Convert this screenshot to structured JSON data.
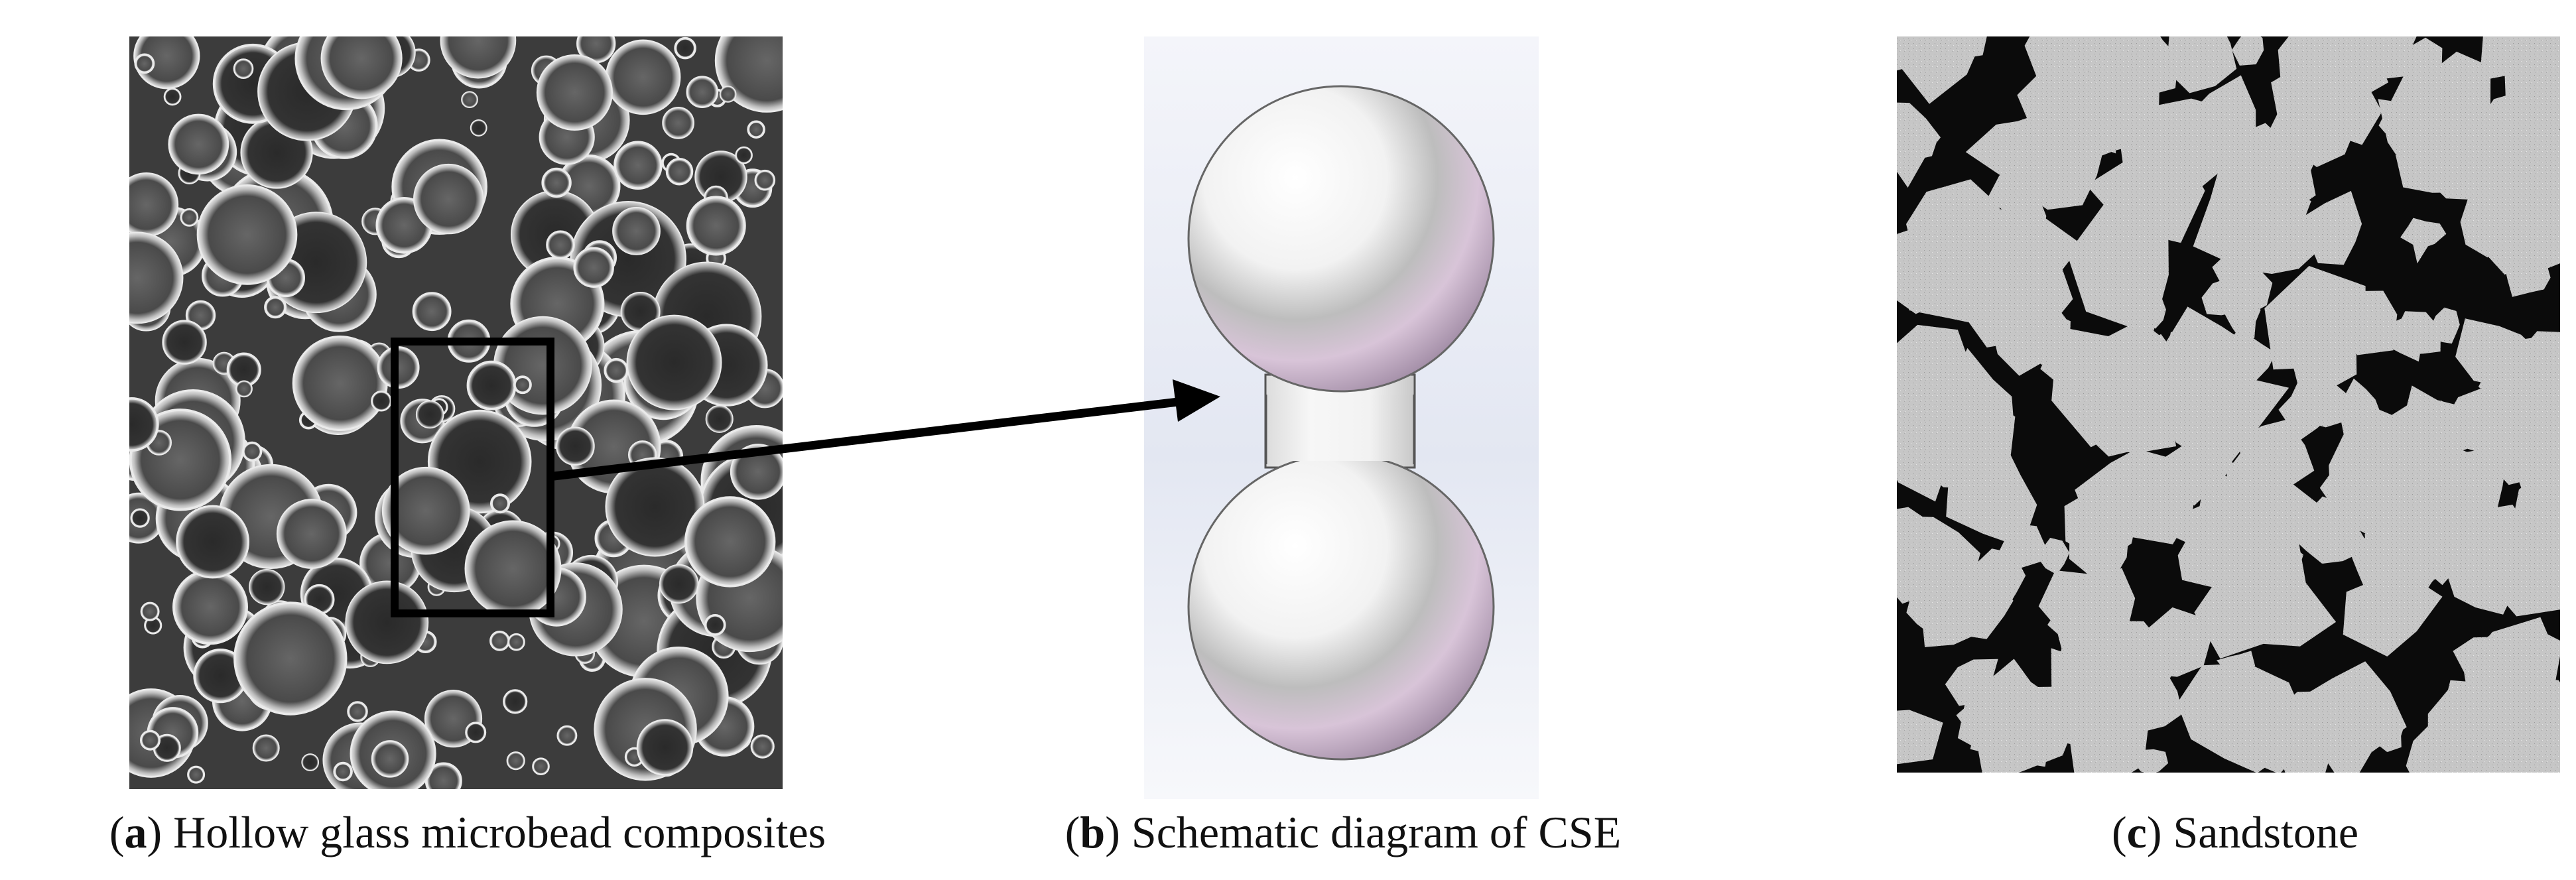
{
  "figure": {
    "panels": [
      {
        "id": "a",
        "letter": "a",
        "caption": "Hollow glass microbead composites"
      },
      {
        "id": "b",
        "letter": "b",
        "caption": "Schematic diagram of CSE"
      },
      {
        "id": "c",
        "letter": "c",
        "caption": "Sandstone"
      }
    ]
  },
  "colors": {
    "micro_background": "#3a3a3a",
    "bead_fill": "#5a5a5a",
    "bead_rim": "#d8d8d8",
    "sandstone_grain": "#c9c9c9",
    "sandstone_pore": "#0b0b0b",
    "arrow": "#000000",
    "highlight_box": "#000000"
  },
  "icons": {
    "arrow": "right-arrow-icon"
  }
}
